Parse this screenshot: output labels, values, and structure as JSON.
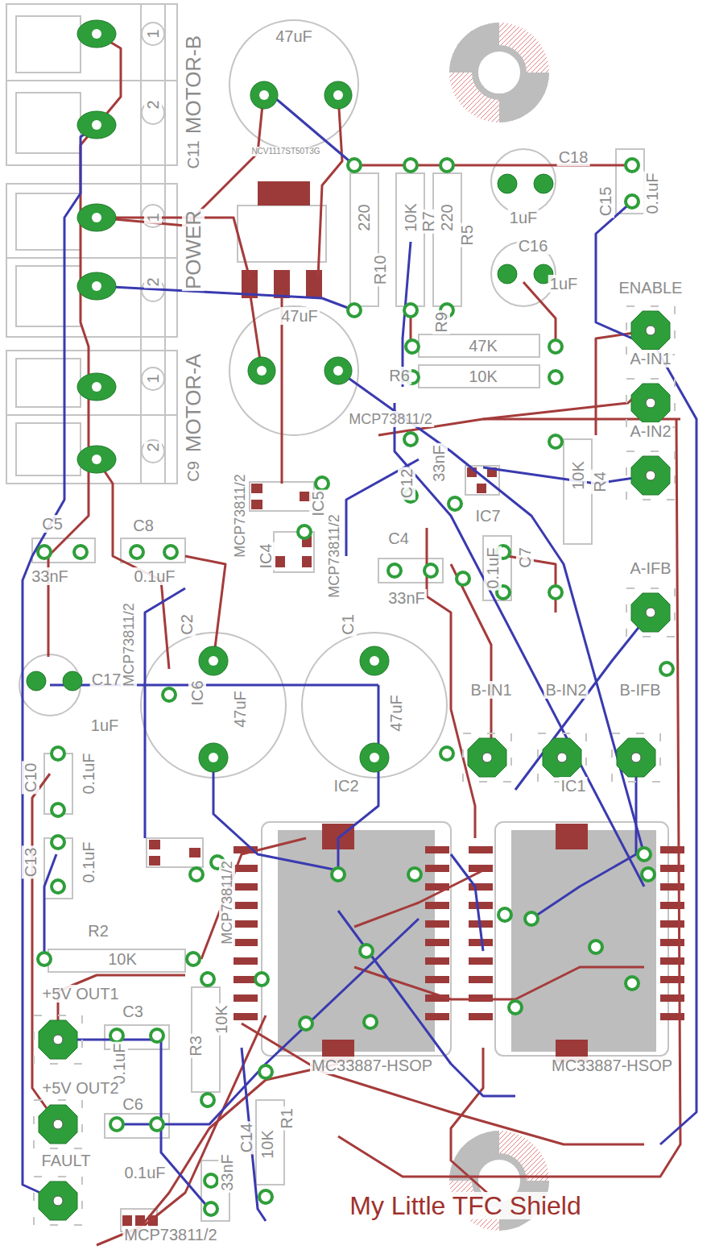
{
  "diagram": {
    "caption": "My Little TFC Shield",
    "labels": [
      "1",
      "2",
      "MOTOR-B",
      "C11",
      "1",
      "2",
      "POWER",
      "1",
      "2",
      "MOTOR-A",
      "C9",
      "47uF",
      "NCV1117ST50T3G",
      "47uF",
      "220",
      "R10",
      "10K",
      "R7",
      "220",
      "R5",
      "C18",
      "1uF",
      "C16",
      "1uF",
      "C15",
      "0.1uF",
      "ENABLE",
      "R9",
      "47K",
      "R6",
      "10K",
      "A-IN1",
      "MCP73811/2",
      "IC7",
      "33nF",
      "C12",
      "A-IN2",
      "10K",
      "R4",
      "MCP73811/2",
      "IC4",
      "MCP73811/2",
      "IC5",
      "C5",
      "33nF",
      "C8",
      "0.1uF",
      "C4",
      "33nF",
      "0.1uF",
      "C7",
      "A-IFB",
      "C2",
      "C1",
      "C17",
      "1uF",
      "47uF",
      "47uF",
      "B-IN1",
      "B-IN2",
      "B-IFB",
      "C10",
      "0.1uF",
      "IC2",
      "IC1",
      "MCP73811/2",
      "IC6",
      "C13",
      "0.1uF",
      "MCP73811/2",
      "R2",
      "10K",
      "+5V OUT1",
      "C3",
      "0.1uF",
      "R3",
      "10K",
      "+5V OUT2",
      "C6",
      "FAULT",
      "0.1uF",
      "R1",
      "10K",
      "C14",
      "33nF",
      "MCP73811/2",
      "MC33887-HSOP",
      "MC33887-HSOP"
    ]
  }
}
